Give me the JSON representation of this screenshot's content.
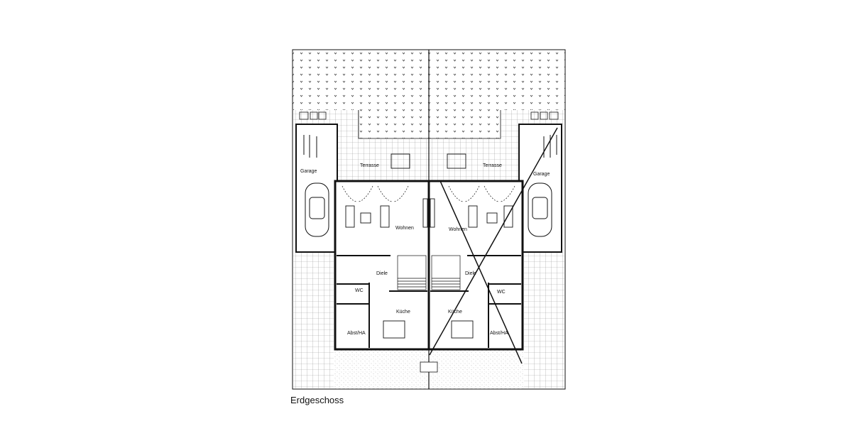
{
  "drawing": {
    "title": "Erdgeschoss",
    "left_unit": {
      "garage": "Garage",
      "terrace": "Terrasse",
      "living": "Wohnen",
      "hall": "Diele",
      "wc": "WC",
      "kitchen": "Küche",
      "storage": "Abst/HA"
    },
    "right_unit": {
      "garage": "Garage",
      "terrace": "Terrasse",
      "living": "Wohnen",
      "hall": "Diele",
      "wc": "WC",
      "kitchen": "Küche",
      "storage": "Abst/HA"
    },
    "colors": {
      "line": "#111111",
      "background": "#ffffff"
    }
  }
}
